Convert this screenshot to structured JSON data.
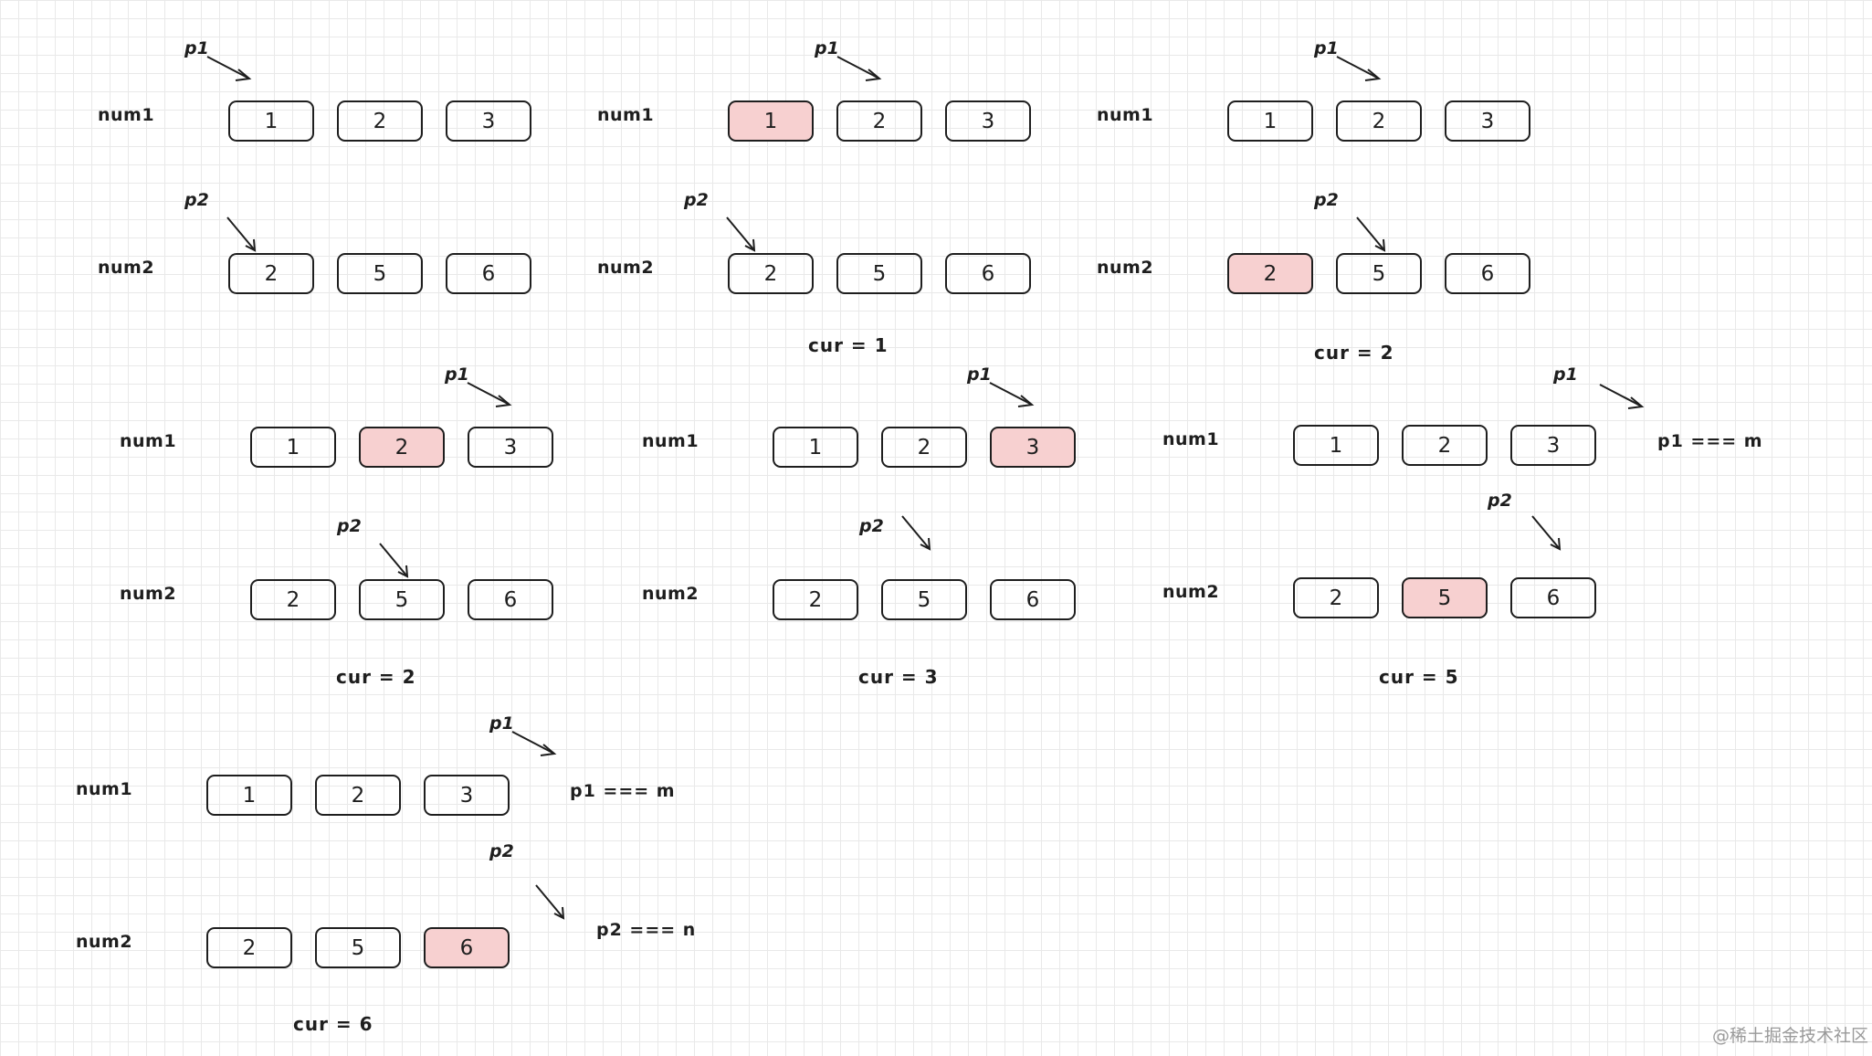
{
  "row_labels": {
    "num1": "num1",
    "num2": "num2"
  },
  "pointer_labels": {
    "p1": "p1",
    "p2": "p2"
  },
  "frames": [
    {
      "num1": [
        "1",
        "2",
        "3"
      ],
      "num2": [
        "2",
        "5",
        "6"
      ],
      "hl1": -1,
      "hl2": -1,
      "cur": "",
      "cond1": "",
      "cond2": ""
    },
    {
      "num1": [
        "1",
        "2",
        "3"
      ],
      "num2": [
        "2",
        "5",
        "6"
      ],
      "hl1": 0,
      "hl2": -1,
      "cur": "cur = 1",
      "cond1": "",
      "cond2": ""
    },
    {
      "num1": [
        "1",
        "2",
        "3"
      ],
      "num2": [
        "2",
        "5",
        "6"
      ],
      "hl1": -1,
      "hl2": 0,
      "cur": "cur = 2",
      "cond1": "",
      "cond2": ""
    },
    {
      "num1": [
        "1",
        "2",
        "3"
      ],
      "num2": [
        "2",
        "5",
        "6"
      ],
      "hl1": 1,
      "hl2": -1,
      "cur": "cur = 2",
      "cond1": "",
      "cond2": ""
    },
    {
      "num1": [
        "1",
        "2",
        "3"
      ],
      "num2": [
        "2",
        "5",
        "6"
      ],
      "hl1": 2,
      "hl2": -1,
      "cur": "cur = 3",
      "cond1": "",
      "cond2": ""
    },
    {
      "num1": [
        "1",
        "2",
        "3"
      ],
      "num2": [
        "2",
        "5",
        "6"
      ],
      "hl1": -1,
      "hl2": 1,
      "cur": "cur = 5",
      "cond1": "p1 === m",
      "cond2": ""
    },
    {
      "num1": [
        "1",
        "2",
        "3"
      ],
      "num2": [
        "2",
        "5",
        "6"
      ],
      "hl1": -1,
      "hl2": 2,
      "cur": "cur = 6",
      "cond1": "p1 === m",
      "cond2": "p2 === n"
    }
  ],
  "watermark": "@稀土掘金技术社区",
  "colors": {
    "highlight": "#f7d0d0",
    "stroke": "#1e1e1e",
    "grid": "#e9e9e9"
  }
}
